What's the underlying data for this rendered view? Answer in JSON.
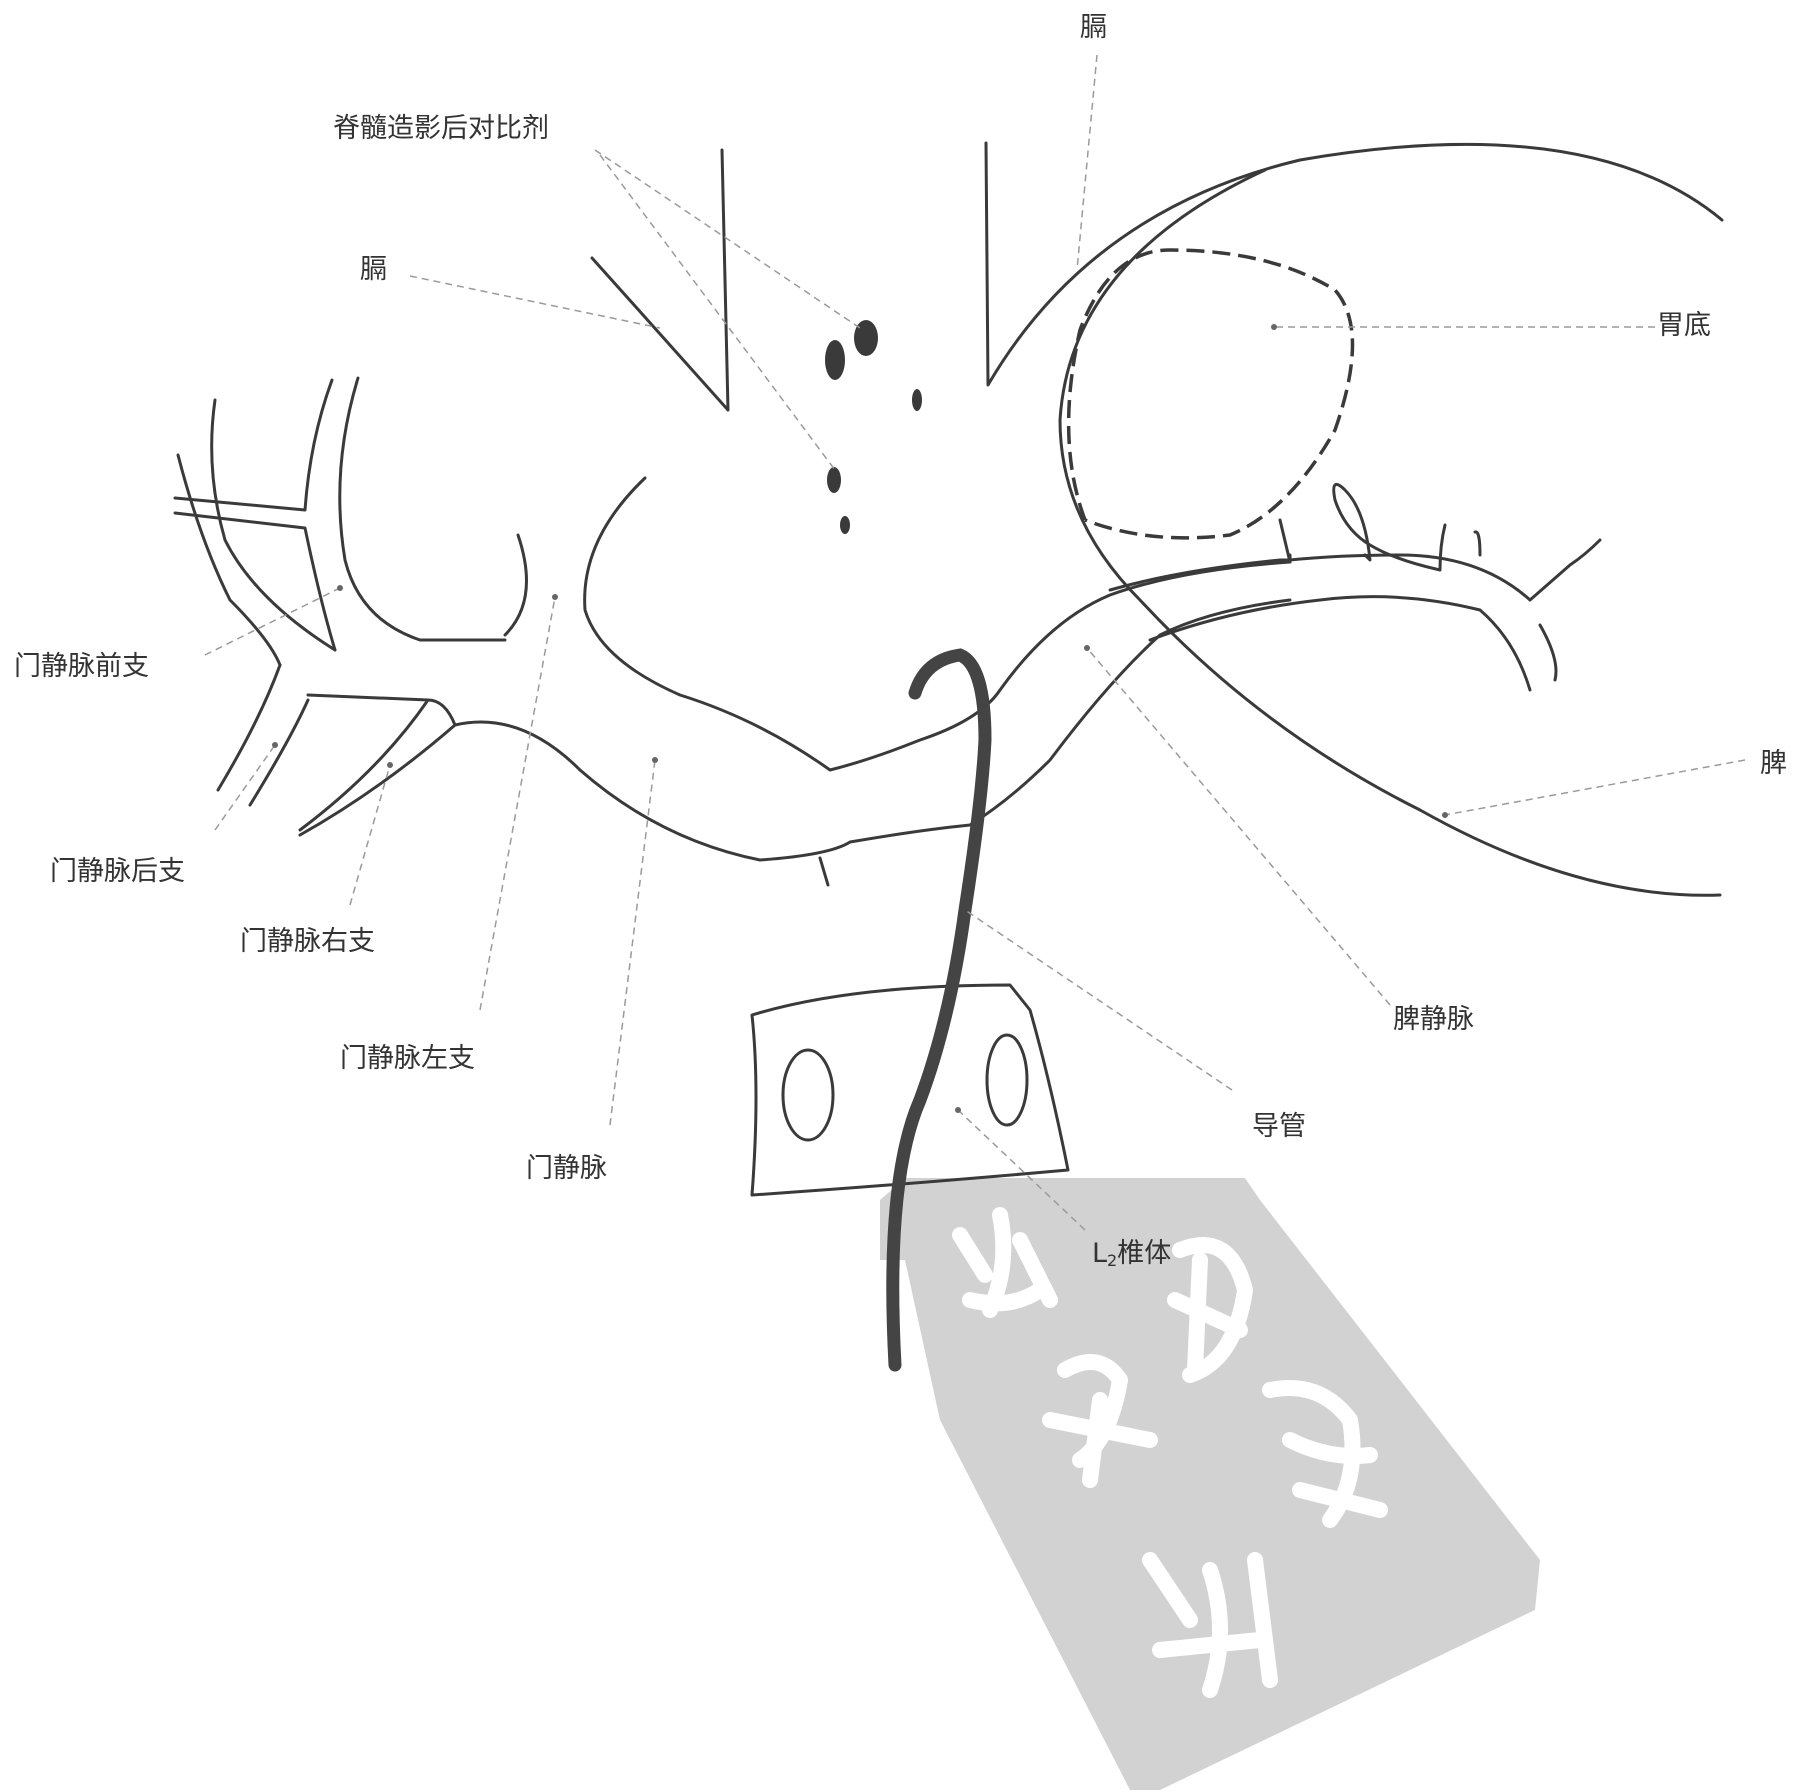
{
  "labels": {
    "diaphragm_top": "膈",
    "myelography_contrast": "脊髓造影后对比剂",
    "diaphragm_left": "膈",
    "gastric_fundus": "胃底",
    "portal_anterior_branch": "门静脉前支",
    "spleen": "脾",
    "portal_posterior_branch": "门静脉后支",
    "portal_right_branch": "门静脉右支",
    "splenic_vein": "脾静脉",
    "portal_left_branch": "门静脉左支",
    "catheter": "导管",
    "portal_vein": "门静脉",
    "l2_letter": "L",
    "l2_subscript": "2",
    "l2_vertebra_text": "椎体"
  },
  "colors": {
    "line": "#3a3a3a",
    "leader": "#9a9a9a",
    "catheter": "#444444",
    "stamp": "#d2d2d2",
    "stamp_glyph": "#ffffff"
  },
  "watermark": {
    "type": "seal-stamp",
    "glyphs": [
      "敏",
      "锐",
      "医",
      "学"
    ]
  }
}
